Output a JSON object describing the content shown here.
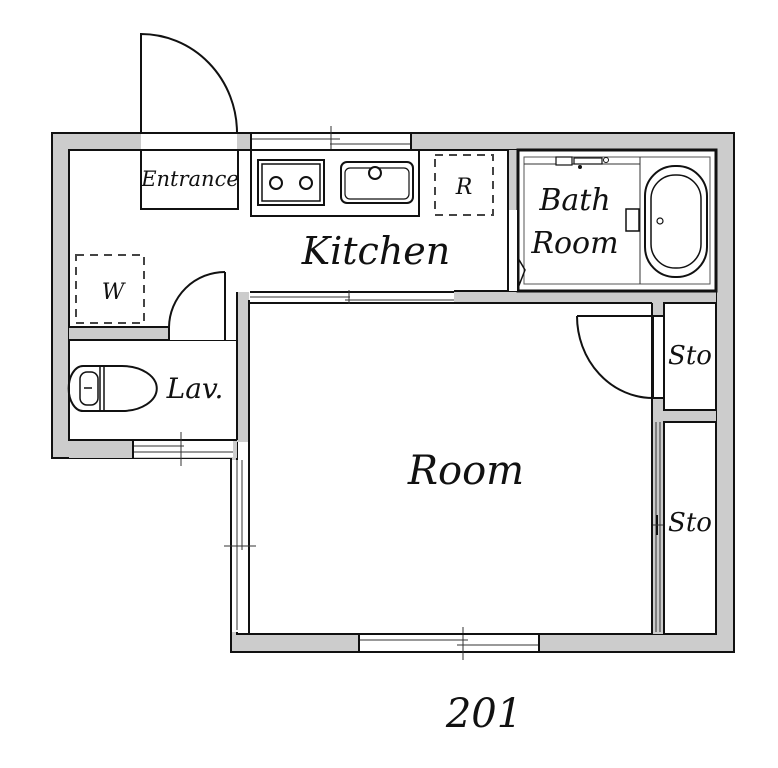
{
  "floorplan": {
    "unit_number": "201",
    "rooms": {
      "entrance": "Entrance",
      "kitchen": "Kitchen",
      "refrigerator": "R",
      "washer": "W",
      "bathroom_line1": "Bath",
      "bathroom_line2": "Room",
      "lavatory": "Lav.",
      "main_room": "Room",
      "storage_upper": "Sto",
      "storage_lower": "Sto"
    },
    "colors": {
      "wall_fill": "#cccccc",
      "line": "#111111",
      "background": "#ffffff"
    }
  }
}
